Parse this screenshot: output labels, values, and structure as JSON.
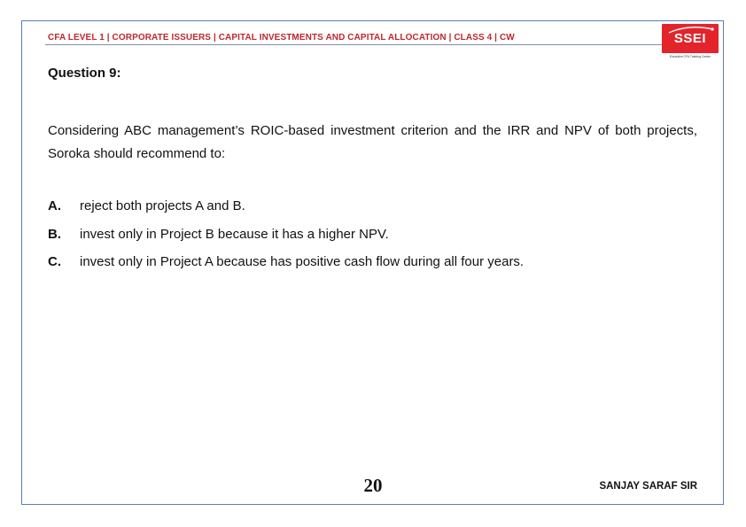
{
  "header": {
    "breadcrumb": "CFA LEVEL 1 | CORPORATE ISSUERS | CAPITAL INVESTMENTS AND CAPITAL ALLOCATION | CLASS 4 | CW",
    "logo_text": "SSEI",
    "logo_tagline": "Executive CFA Training Center",
    "logo_color": "#e3242b"
  },
  "question": {
    "title": "Question 9:",
    "stem": "Considering ABC management’s ROIC-based investment criterion and the IRR and NPV of both projects, Soroka should recommend to:",
    "options": [
      {
        "letter": "A.",
        "text": "reject both projects A and B."
      },
      {
        "letter": "B.",
        "text": "invest only in Project B because it has a higher NPV."
      },
      {
        "letter": "C.",
        "text": "invest only in Project A because has positive cash flow during all four years."
      }
    ]
  },
  "footer": {
    "page_number": "20",
    "author": "SANJAY SARAF SIR"
  },
  "colors": {
    "header_red": "#c0272d",
    "frame_blue": "#5b7fb8"
  }
}
